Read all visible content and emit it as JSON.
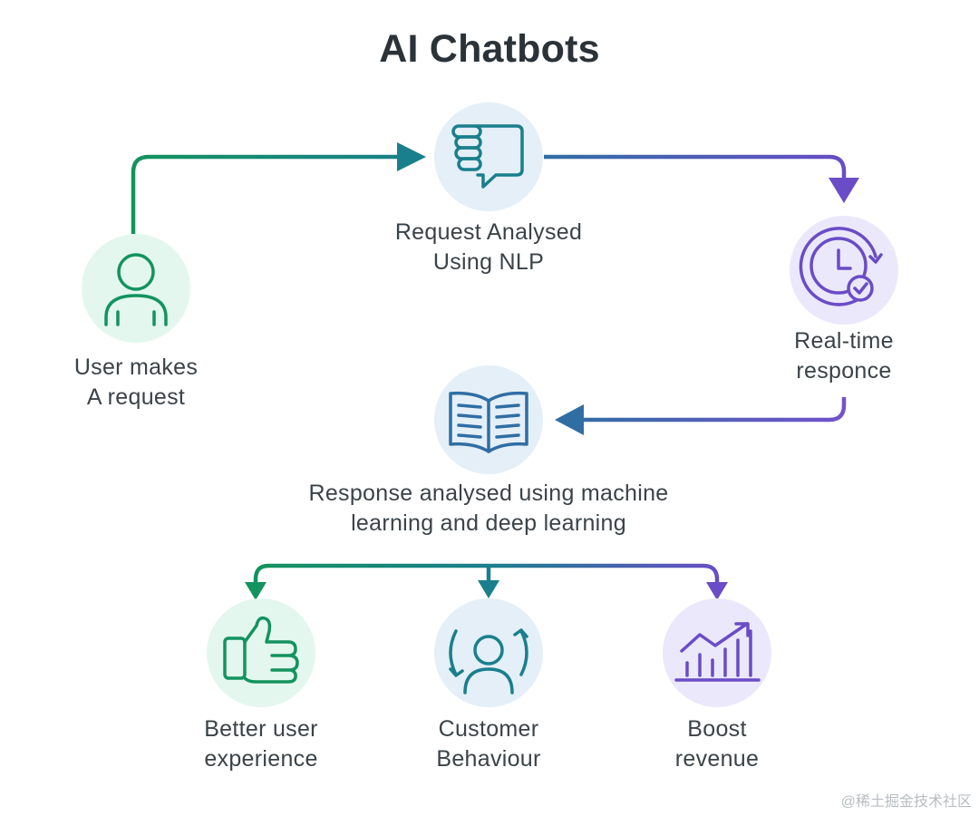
{
  "title": "AI Chatbots",
  "nodes": {
    "user_request": {
      "line1": "User makes",
      "line2": "A request",
      "icon": "user-icon"
    },
    "nlp": {
      "line1": "Request Analysed",
      "line2": "Using NLP",
      "icon": "hand-speech-bubble-icon"
    },
    "realtime": {
      "line1": "Real-time",
      "line2": "responce",
      "icon": "clock-check-icon"
    },
    "ml": {
      "line1": "Response analysed using machine",
      "line2": "learning and deep learning",
      "icon": "open-book-icon"
    },
    "ux": {
      "line1": "Better user",
      "line2": "experience",
      "icon": "thumbs-up-icon"
    },
    "behaviour": {
      "line1": "Customer",
      "line2": "Behaviour",
      "icon": "user-cycle-icon"
    },
    "revenue": {
      "line1": "Boost",
      "line2": "revenue",
      "icon": "growth-chart-icon"
    }
  },
  "watermark": "@稀土掘金技术社区",
  "colors": {
    "green": "#13935f",
    "teal": "#1a7f8c",
    "blue": "#2f6ea3",
    "purple": "#6a4cc6",
    "circle_green": "#e3f7ee",
    "circle_blue": "#e4eff8",
    "circle_purple": "#ebe8fb"
  }
}
